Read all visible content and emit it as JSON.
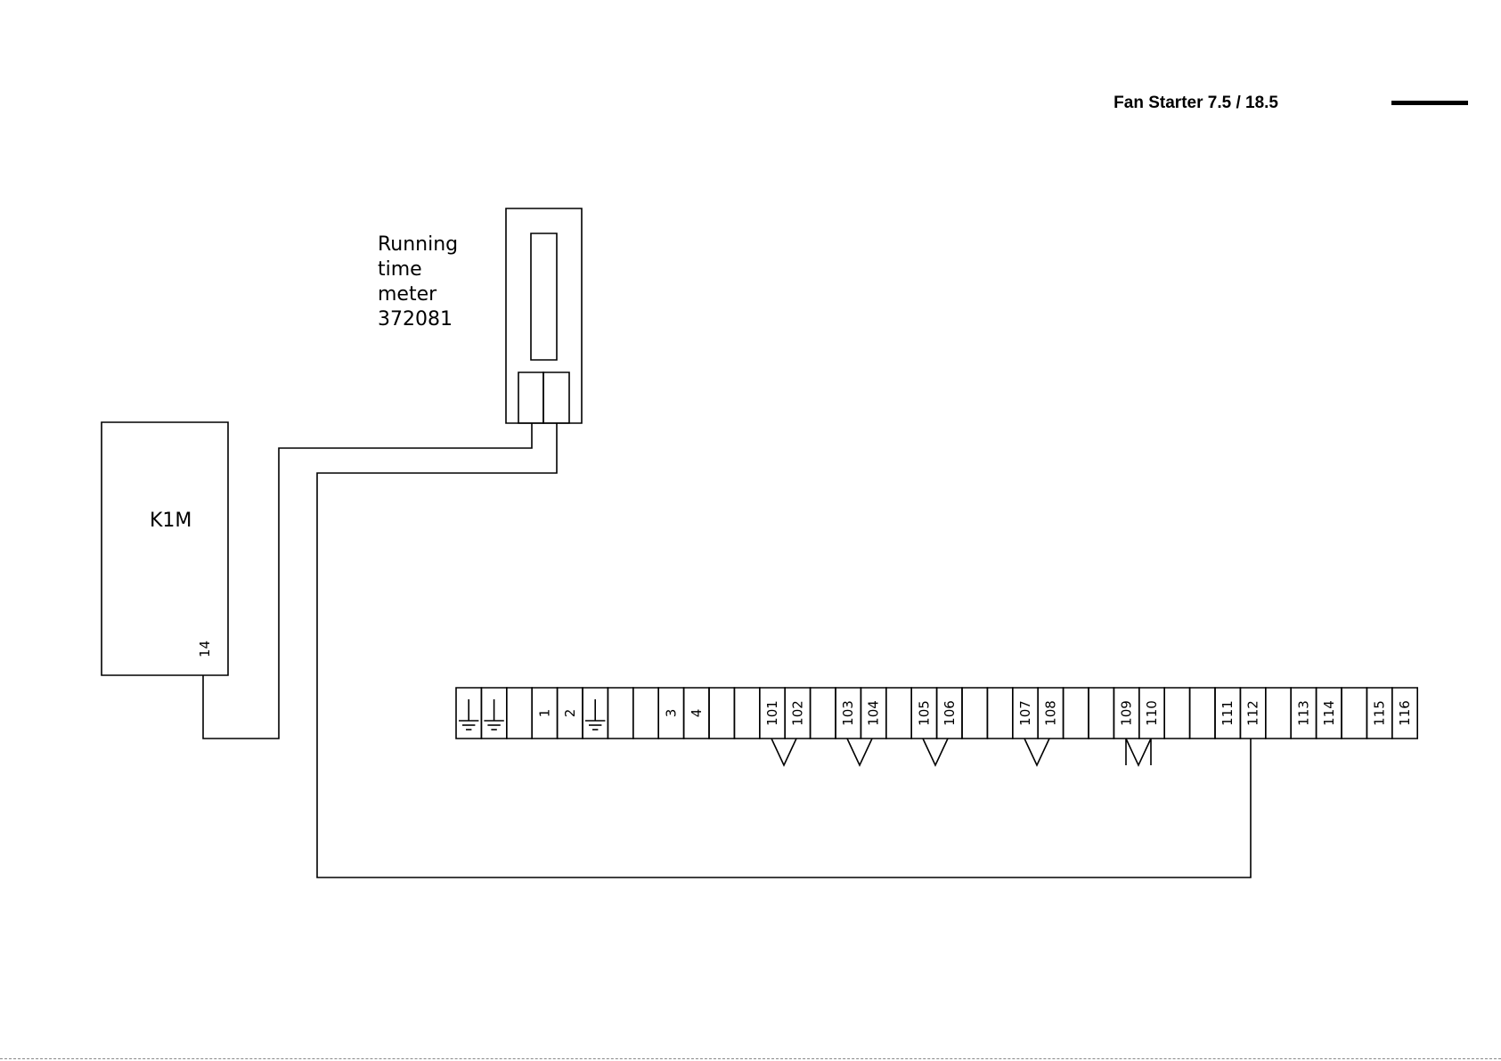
{
  "drawing": {
    "title": "Fan Starter 7.5 / 18.5"
  },
  "meter": {
    "label_lines": [
      "Running",
      "time",
      "meter",
      "372081"
    ]
  },
  "contactor": {
    "label": "K1M",
    "pin": "14"
  },
  "terminal_strip": {
    "labels": [
      "",
      "",
      "",
      "1",
      "2",
      "",
      "",
      "",
      "3",
      "4",
      "",
      "",
      "101",
      "102",
      "",
      "103",
      "104",
      "",
      "105",
      "106",
      "",
      "",
      "107",
      "108",
      "",
      "",
      "109",
      "110",
      "",
      "",
      "111",
      "112",
      "",
      "113",
      "114",
      "",
      "115",
      "116"
    ],
    "ground_cells": [
      0,
      1,
      5
    ]
  }
}
